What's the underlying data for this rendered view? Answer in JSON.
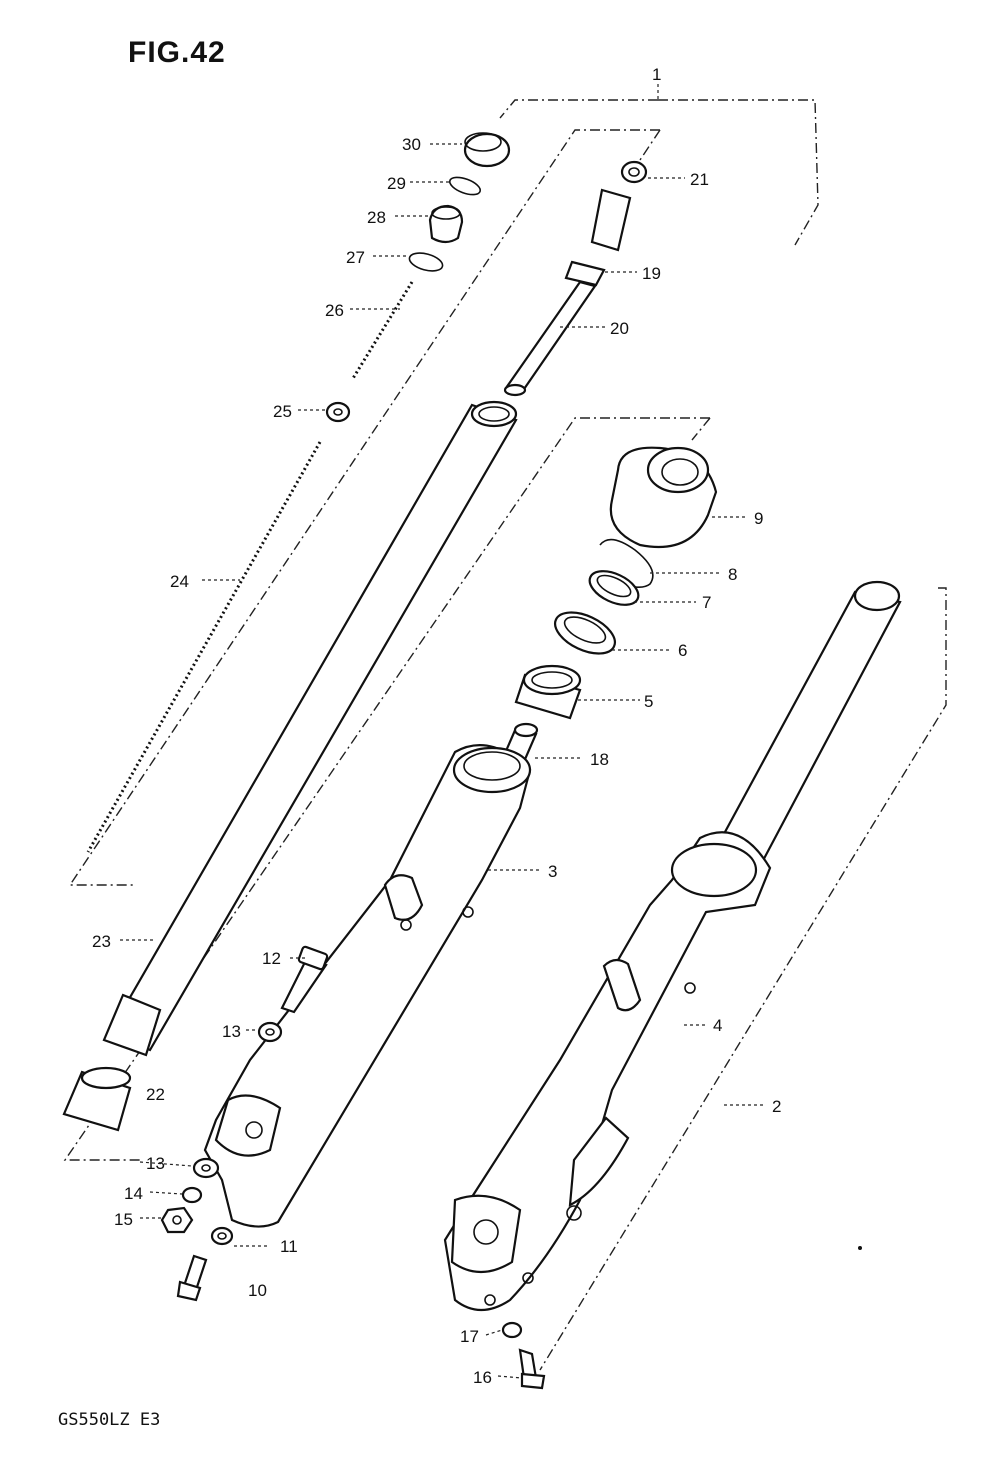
{
  "figure": {
    "title": "FIG.42",
    "model": "GS550LZ E3"
  },
  "callouts": [
    {
      "id": "c1",
      "text": "1"
    },
    {
      "id": "c2",
      "text": "2"
    },
    {
      "id": "c3",
      "text": "3"
    },
    {
      "id": "c4",
      "text": "4"
    },
    {
      "id": "c5",
      "text": "5"
    },
    {
      "id": "c6",
      "text": "6"
    },
    {
      "id": "c7",
      "text": "7"
    },
    {
      "id": "c8",
      "text": "8"
    },
    {
      "id": "c9",
      "text": "9"
    },
    {
      "id": "c10",
      "text": "10"
    },
    {
      "id": "c11",
      "text": "11"
    },
    {
      "id": "c12",
      "text": "12"
    },
    {
      "id": "c13a",
      "text": "13"
    },
    {
      "id": "c13b",
      "text": "13"
    },
    {
      "id": "c14",
      "text": "14"
    },
    {
      "id": "c15",
      "text": "15"
    },
    {
      "id": "c16",
      "text": "16"
    },
    {
      "id": "c17",
      "text": "17"
    },
    {
      "id": "c18",
      "text": "18"
    },
    {
      "id": "c19",
      "text": "19"
    },
    {
      "id": "c20",
      "text": "20"
    },
    {
      "id": "c21",
      "text": "21"
    },
    {
      "id": "c22",
      "text": "22"
    },
    {
      "id": "c23",
      "text": "23"
    },
    {
      "id": "c24",
      "text": "24"
    },
    {
      "id": "c25",
      "text": "25"
    },
    {
      "id": "c26",
      "text": "26"
    },
    {
      "id": "c27",
      "text": "27"
    },
    {
      "id": "c28",
      "text": "28"
    },
    {
      "id": "c29",
      "text": "29"
    },
    {
      "id": "c30",
      "text": "30"
    }
  ]
}
